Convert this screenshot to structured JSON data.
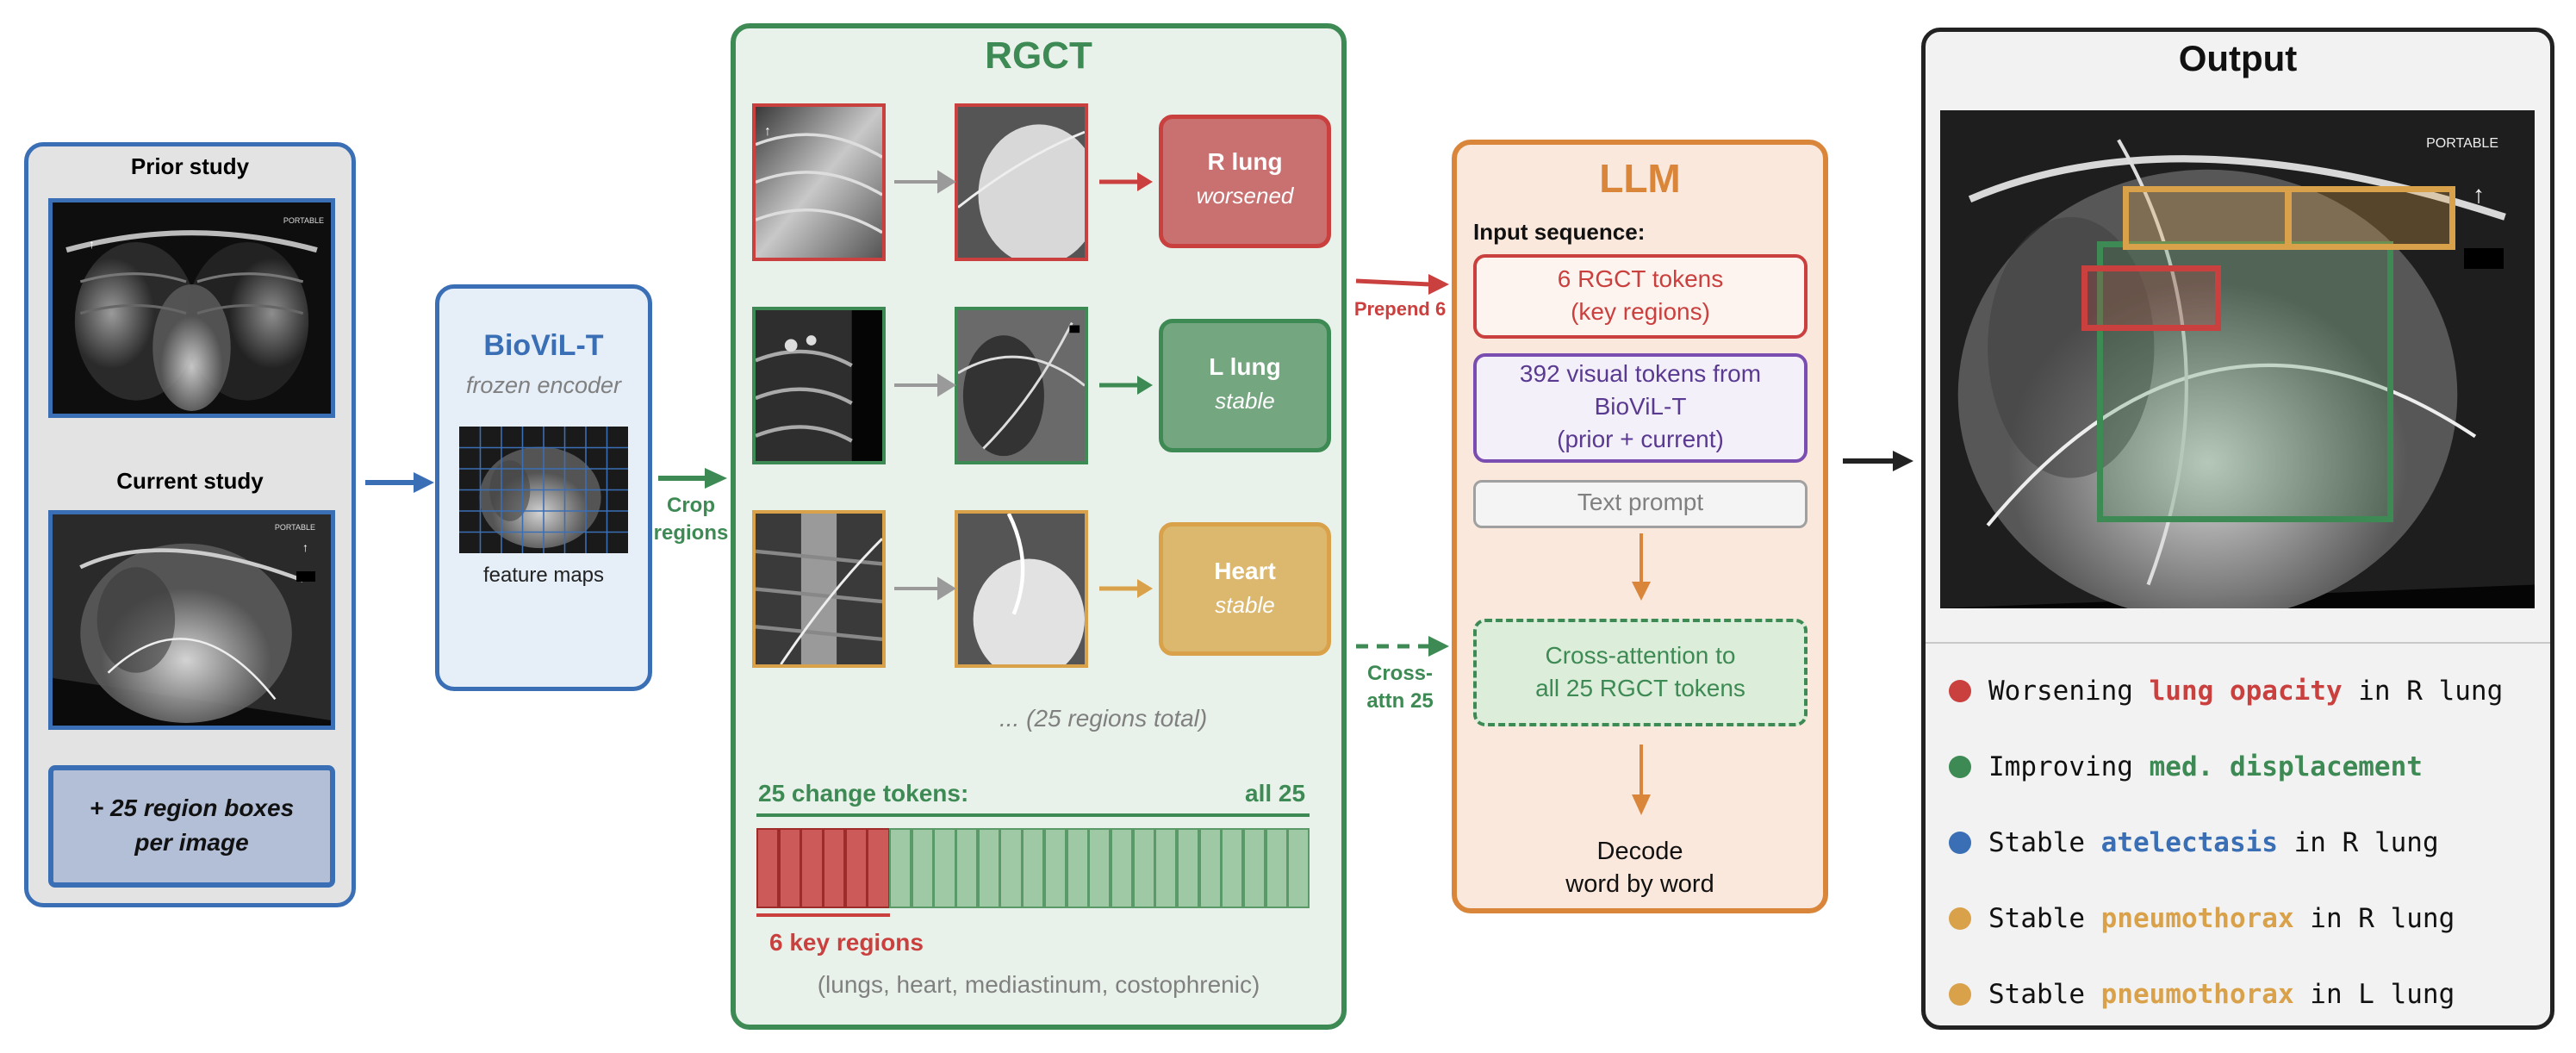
{
  "inputs": {
    "prior_label": "Prior study",
    "current_label": "Current study",
    "portable": "PORTABLE",
    "region_boxes_line1": "+ 25 region boxes",
    "region_boxes_line2": "per image"
  },
  "encoder": {
    "title": "BioViL-T",
    "subtitle": "frozen encoder",
    "caption": "feature maps"
  },
  "crop_label_line1": "Crop",
  "crop_label_line2": "regions",
  "rgct": {
    "title": "RGCT",
    "regions": [
      {
        "name": "R lung",
        "status": "worsened",
        "color": "#c9403e"
      },
      {
        "name": "L lung",
        "status": "stable",
        "color": "#3e8a54"
      },
      {
        "name": "Heart",
        "status": "stable",
        "color": "#d9a24a"
      }
    ],
    "more": "... (25 regions total)",
    "tokens_label": "25 change tokens:",
    "tokens_all": "all 25",
    "token_count": 25,
    "key_count": 6,
    "key_label": "6 key regions",
    "regions_note": "(lungs, heart, mediastinum, costophrenic)"
  },
  "connectors": {
    "prepend": "Prepend 6",
    "cross_line1": "Cross-",
    "cross_line2": "attn 25"
  },
  "llm": {
    "title": "LLM",
    "input_label": "Input sequence:",
    "rgct_tokens_line1": "6 RGCT tokens",
    "rgct_tokens_line2": "(key regions)",
    "visual_line1": "392 visual tokens from",
    "visual_line2": "BioViL-T",
    "visual_line3": "(prior + current)",
    "prompt": "Text prompt",
    "cross_line1": "Cross-attention to",
    "cross_line2": "all 25 RGCT tokens",
    "decode_line1": "Decode",
    "decode_line2": "word by word"
  },
  "output": {
    "title": "Output",
    "portable": "PORTABLE",
    "findings": [
      {
        "dot": "#c9403e",
        "pre": "Worsening ",
        "key": "lung opacity",
        "key_color": "#c9403e",
        "post": " in R lung"
      },
      {
        "dot": "#3e8a54",
        "pre": "Improving ",
        "key": "med. displacement",
        "key_color": "#3e8a54",
        "post": ""
      },
      {
        "dot": "#3a6fb5",
        "pre": "Stable ",
        "key": "atelectasis",
        "key_color": "#3a6fb5",
        "post": " in R lung"
      },
      {
        "dot": "#d9a24a",
        "pre": "Stable ",
        "key": "pneumothorax",
        "key_color": "#d9a24a",
        "post": " in R lung"
      },
      {
        "dot": "#d9a24a",
        "pre": "Stable ",
        "key": "pneumothorax",
        "key_color": "#d9a24a",
        "post": " in L lung"
      }
    ]
  },
  "colors": {
    "blue": "#3a6fb5",
    "green": "#3e8a54",
    "red": "#c9403e",
    "orange": "#d9853a",
    "gold": "#d9a24a",
    "purple": "#7a4db0"
  }
}
